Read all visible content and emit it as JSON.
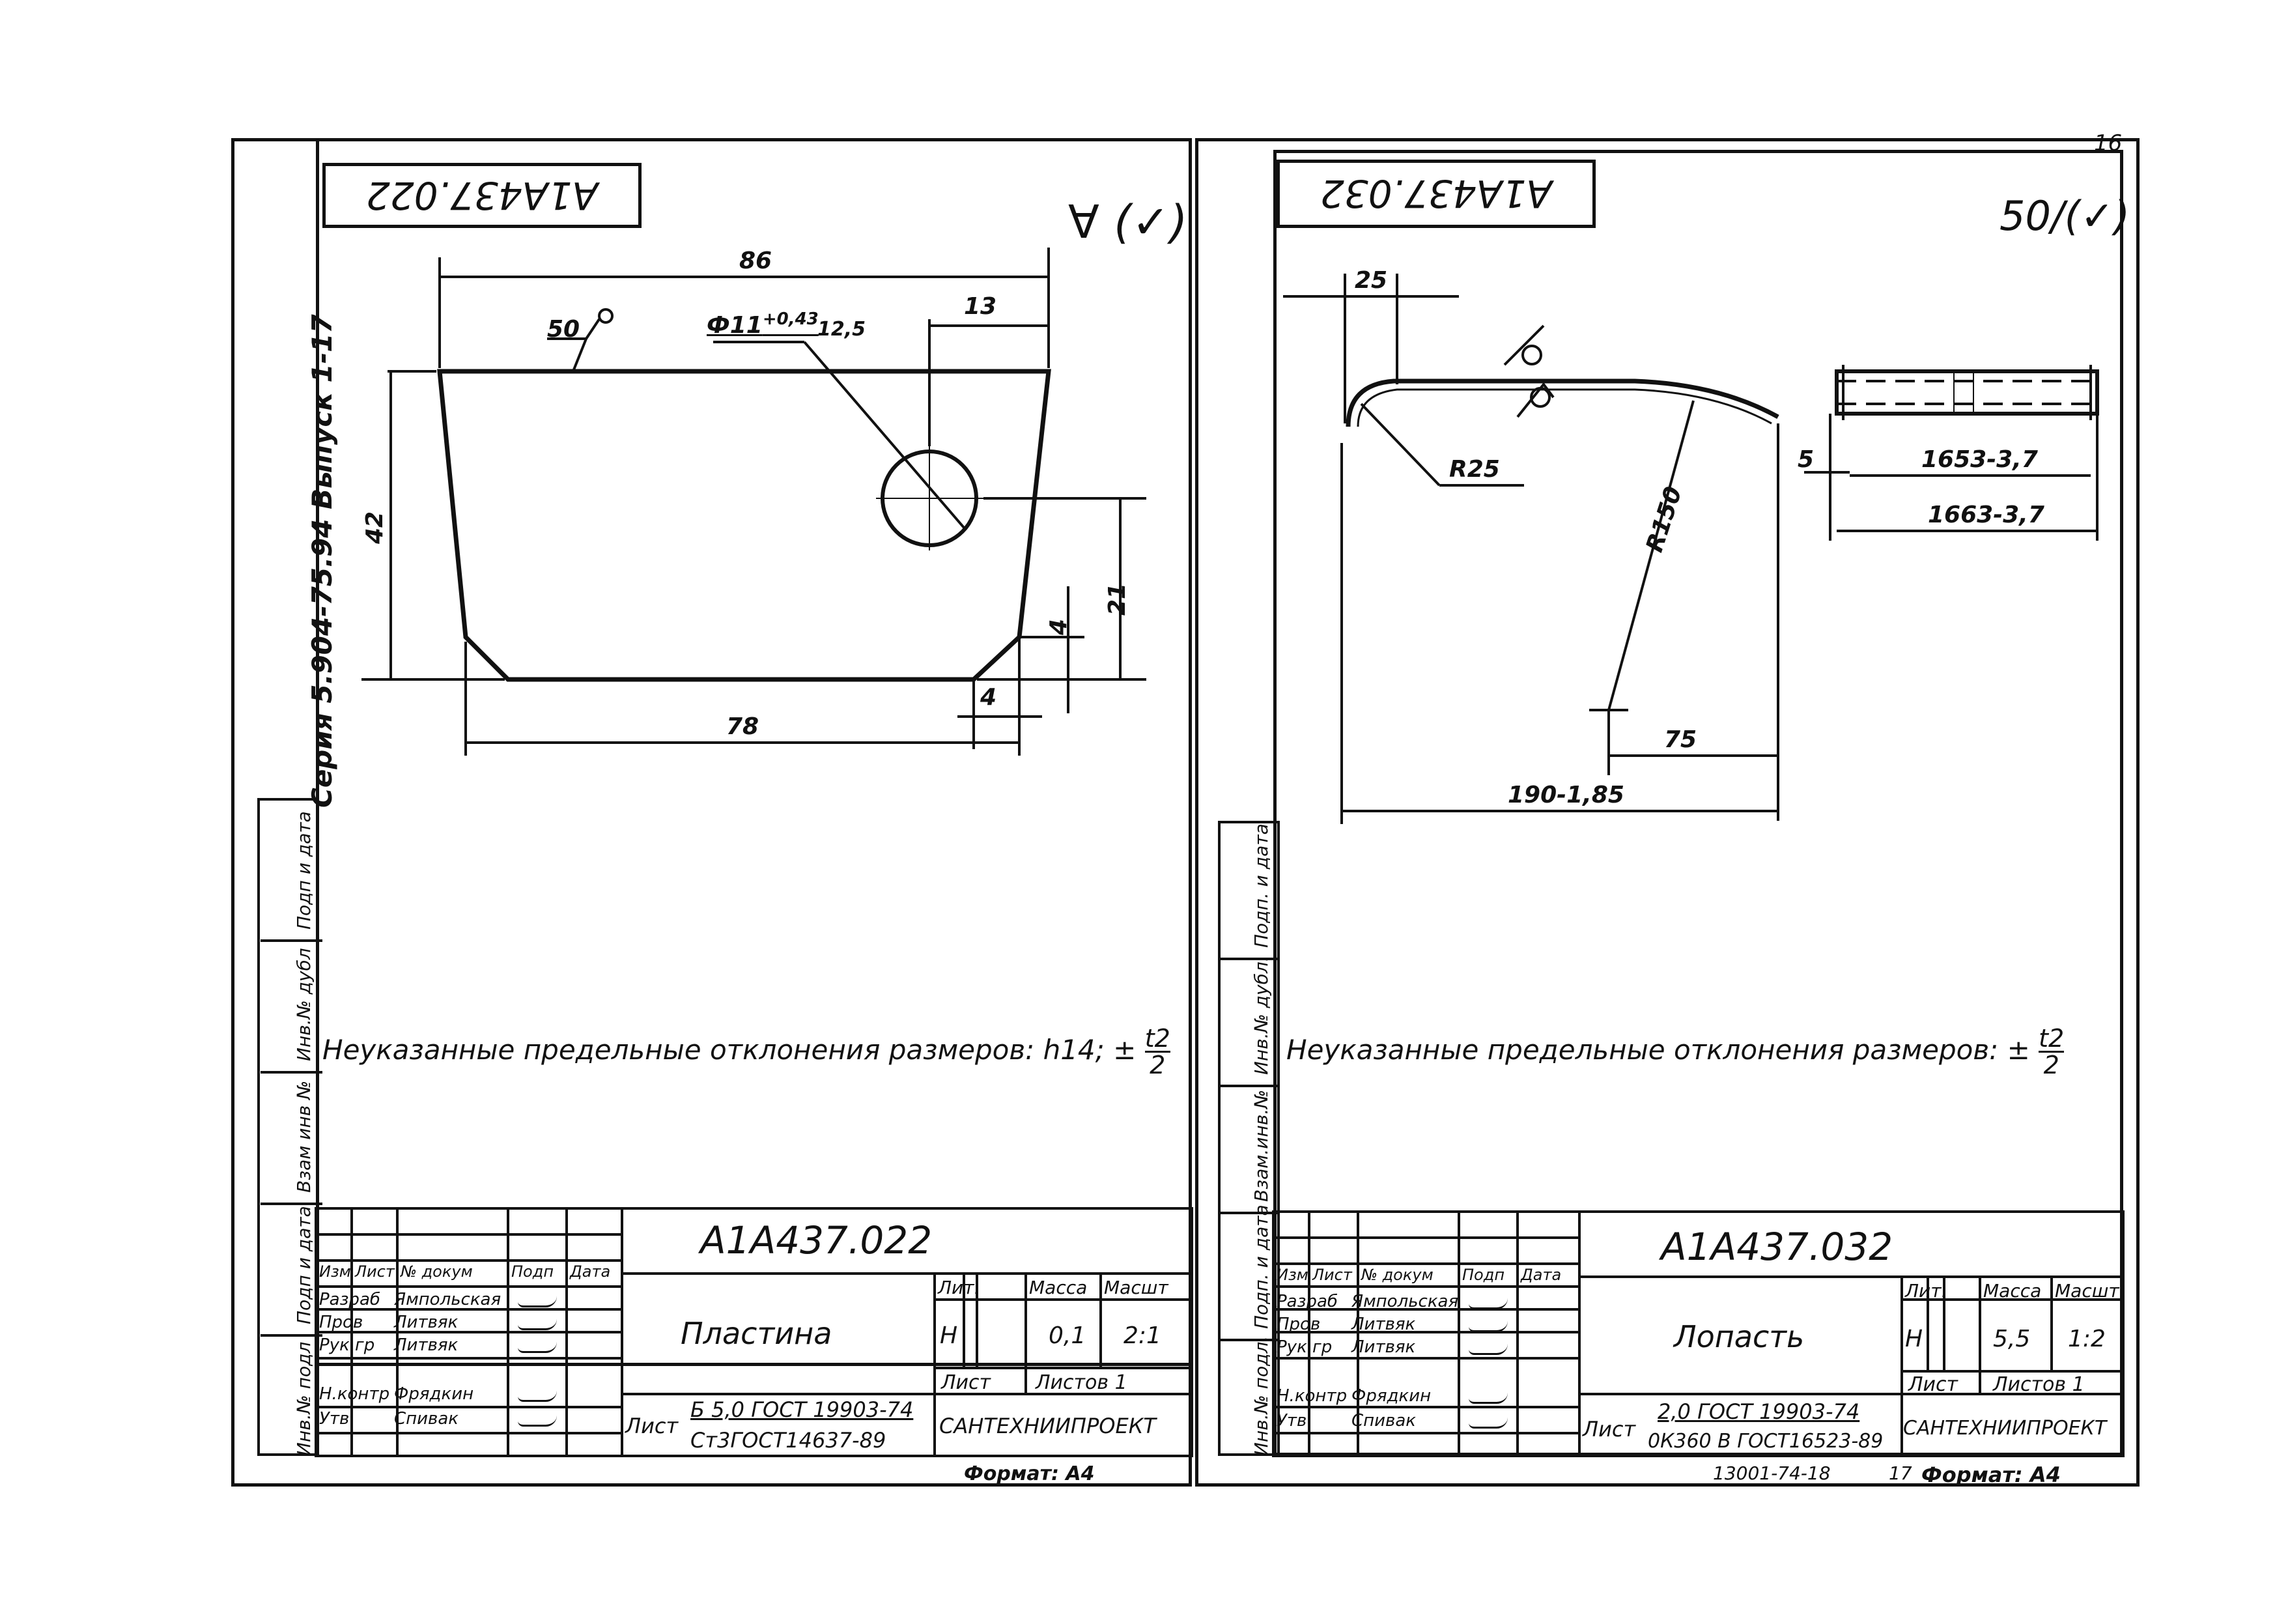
{
  "left_sheet": {
    "series_label": "Серия 5.904-75.94   Выпуск 1-17",
    "drawing_code_rotated": "А1А437.022",
    "roughness": "(✓)",
    "dims": {
      "d86": "86",
      "d13": "13",
      "d50": "50",
      "hole": "Ф11",
      "hole_tol": "+0,43",
      "hole_rough": "12,5",
      "d42": "42",
      "d21": "21",
      "d4a": "4",
      "d4b": "4",
      "d78": "78"
    },
    "note": "Неуказанные предельные отклонения размеров: h14; ±",
    "note_fraction_num": "t2",
    "note_fraction_den": "2",
    "side_labels": [
      "Подп и дата",
      "Инв.№ дубл",
      "Взам инв №",
      "Подп и дата",
      "Инв.№ подл"
    ],
    "title_block": {
      "code": "А1А437.022",
      "name": "Пластина",
      "col_headers": [
        "Изм",
        "Лист",
        "№ докум",
        "Подп",
        "Дата"
      ],
      "staff": [
        {
          "role": "Разраб",
          "name": "Ямпольская"
        },
        {
          "role": "Пров",
          "name": "Литвяк"
        },
        {
          "role": "Рук гр",
          "name": "Литвяк"
        },
        {
          "role": "Н.контр",
          "name": "Фрядкин"
        },
        {
          "role": "Утв",
          "name": "Спивак"
        }
      ],
      "lit_label": "Лит.",
      "mass_label": "Масса",
      "scale_label": "Масшт",
      "lit_value": "Н",
      "mass_value": "0,1",
      "scale_value": "2:1",
      "sheet_label": "Лист",
      "sheets_label": "Листов 1",
      "material_prefix": "Лист",
      "material_top": "Б 5,0 ГОСТ 19903-74",
      "material_bottom": "Ст3ГОСТ14637-89",
      "org": "САНТЕХНИИПРОЕКТ"
    },
    "format": "Формат: А4"
  },
  "right_sheet": {
    "page_number": "16",
    "drawing_code_rotated": "А1А437.032",
    "roughness": "50/(✓)",
    "dims": {
      "d25": "25",
      "r25": "R25",
      "r150": "R150",
      "d75": "75",
      "d190": "190-1,85",
      "d5": "5",
      "d1653": "1653-3,7",
      "d1663": "1663-3,7"
    },
    "note": "Неуказанные предельные отклонения размеров: ±",
    "note_fraction_num": "t2",
    "note_fraction_den": "2",
    "side_labels": [
      "Подп. и дата",
      "Инв.№ дубл.",
      "Взам.инв.№",
      "Подп. и дата",
      "Инв.№ подл."
    ],
    "title_block": {
      "code": "А1А437.032",
      "name": "Лопасть",
      "col_headers": [
        "Изм",
        "Лист",
        "№ докум",
        "Подп",
        "Дата"
      ],
      "staff": [
        {
          "role": "Разраб",
          "name": "Ямпольская"
        },
        {
          "role": "Пров",
          "name": "Литвяк"
        },
        {
          "role": "Рук гр",
          "name": "Литвяк"
        },
        {
          "role": "Н.контр",
          "name": "Фрядкин"
        },
        {
          "role": "Утв",
          "name": "Спивак"
        }
      ],
      "lit_label": "Лит.",
      "mass_label": "Масса",
      "scale_label": "Масшт",
      "lit_value": "Н",
      "mass_value": "5,5",
      "scale_value": "1:2",
      "sheet_label": "Лист",
      "sheets_label": "Листов 1",
      "material_prefix": "Лист",
      "material_top": "2,0 ГОСТ 19903-74",
      "material_bottom": "0К360 В ГОСТ16523-89",
      "org": "САНТЕХНИИПРОЕКТ"
    },
    "footer_ref": "13001-74-18",
    "footer_num": "17",
    "format": "Формат: А4"
  }
}
